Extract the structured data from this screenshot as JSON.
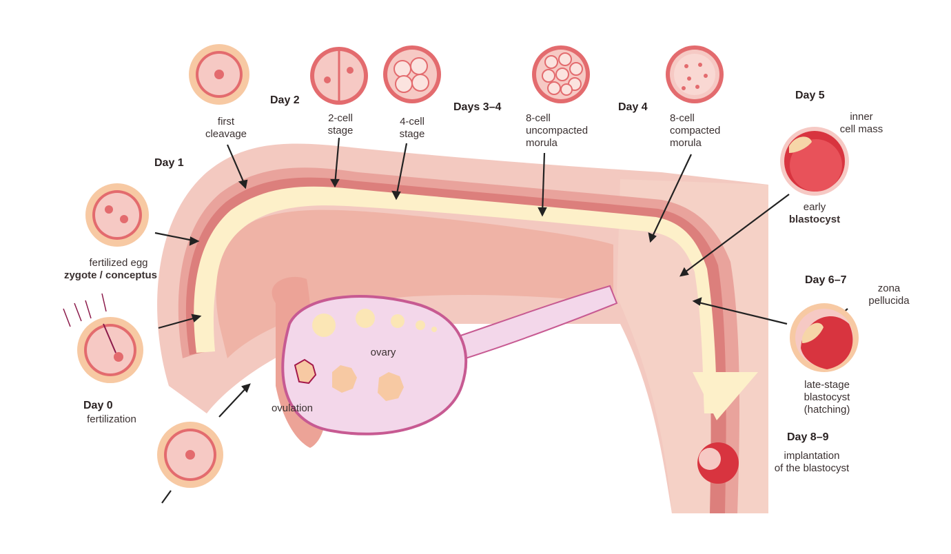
{
  "days": {
    "day0": "Day 0",
    "day1": "Day 1",
    "day2": "Day 2",
    "day34": "Days 3–4",
    "day4": "Day 4",
    "day5": "Day 5",
    "day67": "Day 6–7",
    "day89": "Day 8–9"
  },
  "labels": {
    "first_cleavage": [
      "first",
      "cleavage"
    ],
    "two_cell": [
      "2-cell",
      "stage"
    ],
    "four_cell": [
      "4-cell",
      "stage"
    ],
    "uncompacted": [
      "8-cell",
      "uncompacted",
      "morula"
    ],
    "compacted": [
      "8-cell",
      "compacted",
      "morula"
    ],
    "inner_cell_mass": [
      "inner",
      "cell mass"
    ],
    "early_blastocyst_1": "early",
    "early_blastocyst_2": "blastocyst",
    "zona": [
      "zona",
      "pellucida"
    ],
    "late_blastocyst": [
      "late-stage",
      "blastocyst",
      "(hatching)"
    ],
    "implantation": [
      "implantation",
      "of the blastocyst"
    ],
    "fertilized_egg": "fertilized egg",
    "zygote": "zygote / conceptus",
    "fertilization": "fertilization",
    "ovary": "ovary",
    "ovulation": "ovulation"
  },
  "colors": {
    "tube_outer": "#f3c9c0",
    "tube_mid": "#e9a39c",
    "tube_dark": "#dc7f7c",
    "path_light": "#fdf0c9",
    "ovary": "#f3d7ea",
    "ovary_edge": "#c75a92",
    "cell_fill": "#f6c9c4",
    "cell_ring": "#e36b6e",
    "fuzz": "#f7c9a3",
    "blast_red": "#d8343f"
  }
}
